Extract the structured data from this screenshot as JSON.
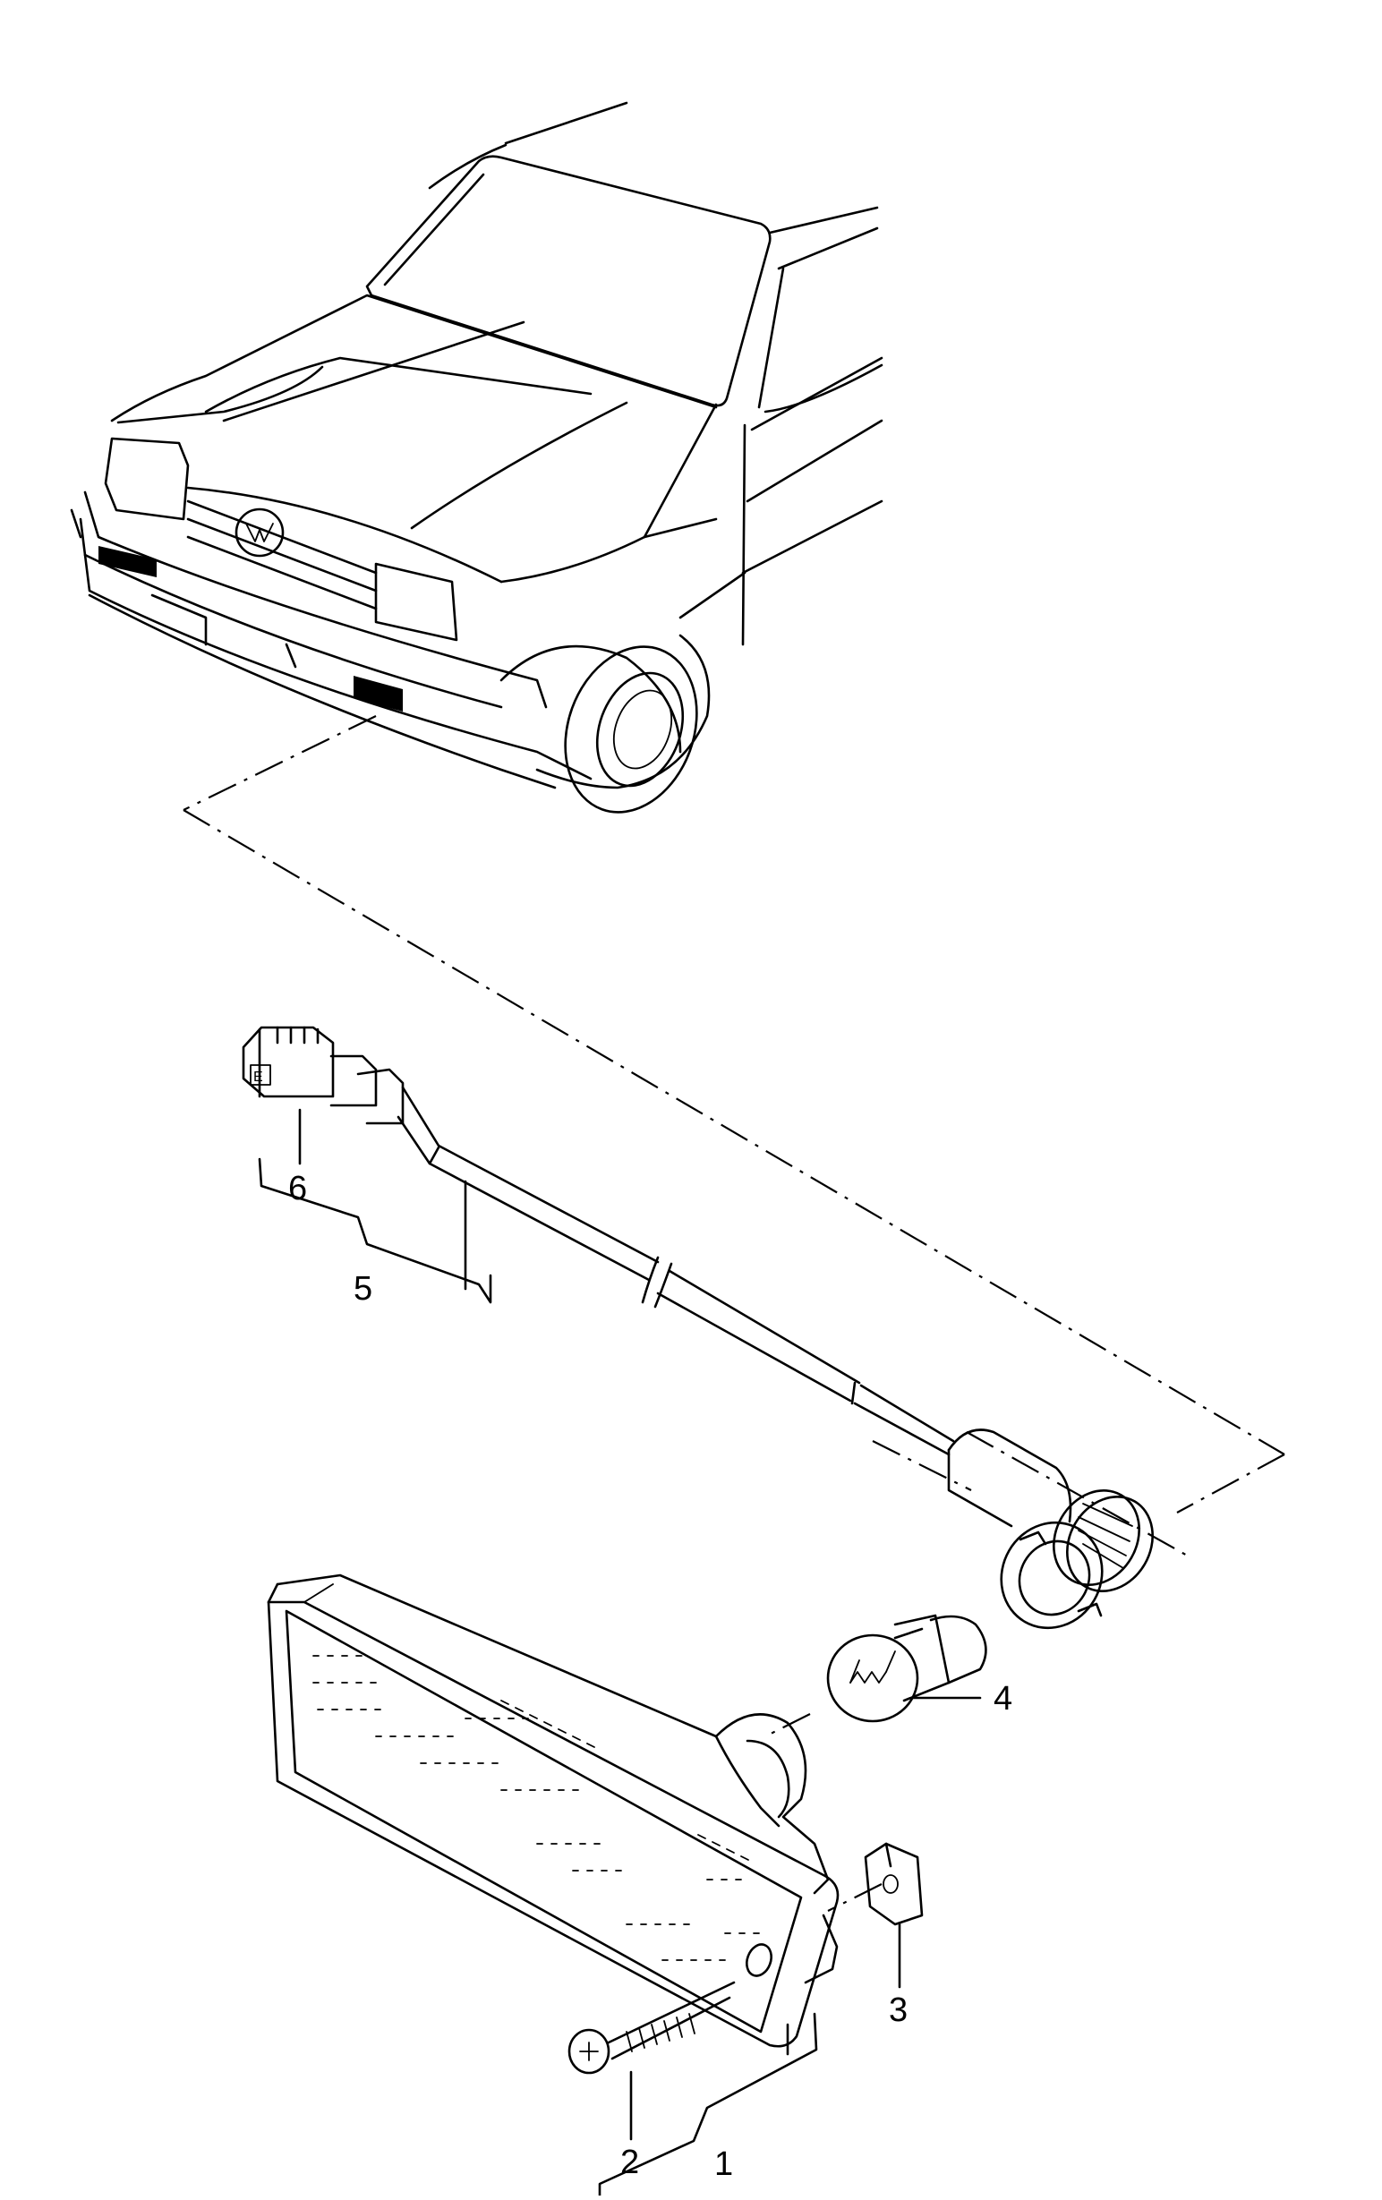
{
  "diagram": {
    "callouts": [
      {
        "number": "1",
        "part": "side-marker-lamp-housing"
      },
      {
        "number": "2",
        "part": "screw"
      },
      {
        "number": "3",
        "part": "clip-nut"
      },
      {
        "number": "4",
        "part": "bulb"
      },
      {
        "number": "5",
        "part": "wiring-harness"
      },
      {
        "number": "6",
        "part": "connector-housing"
      }
    ],
    "line_color": "#000000",
    "background_color": "#ffffff"
  }
}
